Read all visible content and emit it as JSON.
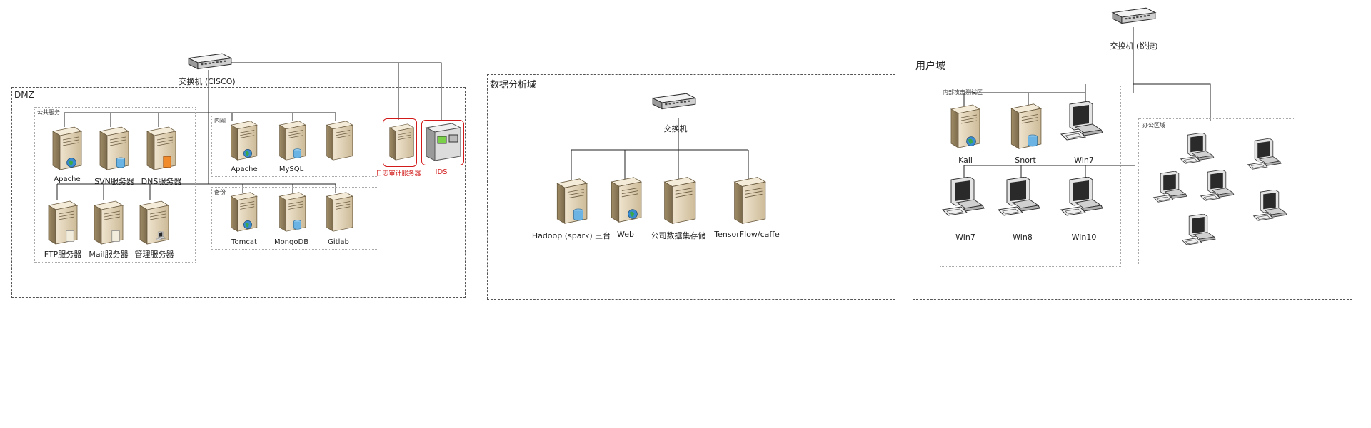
{
  "dmz": {
    "switch_label": "交换机 (CISCO)",
    "zone_label": "DMZ",
    "public_group_label": "公共服务",
    "intranet_group_label": "内网",
    "backup_group_label": "备份",
    "servers": {
      "apache": "Apache",
      "svn": "SVN服务器",
      "dns": "DNS服务器",
      "ftp": "FTP服务器",
      "mail": "Mail服务器",
      "manage": "管理服务器",
      "apache2": "Apache",
      "mysql": "MySQL",
      "tomcat": "Tomcat",
      "mongodb": "MongoDB",
      "gitlab": "Gitlab",
      "firewall": "日志审计服务器",
      "ids": "IDS"
    }
  },
  "analysis": {
    "zone_label": "数据分析域",
    "switch_label": "交换机",
    "servers": {
      "hadoop": "Hadoop (spark) 三台",
      "web": "Web",
      "storage": "公司数据集存储",
      "tensorflow": "TensorFlow/caffe"
    }
  },
  "user": {
    "top_switch_label": "交换机 (锐捷)",
    "zone_label": "用户域",
    "internal_group_label": "内部攻击测试区",
    "office_group_label": "办公区域",
    "machines": {
      "kali": "Kali",
      "snort": "Snort",
      "win7a": "Win7",
      "win7b": "Win7",
      "win8": "Win8",
      "win10": "Win10"
    }
  },
  "colors": {
    "wire": "#222222",
    "zone_border": "#555555",
    "alert": "#d21a1a"
  }
}
